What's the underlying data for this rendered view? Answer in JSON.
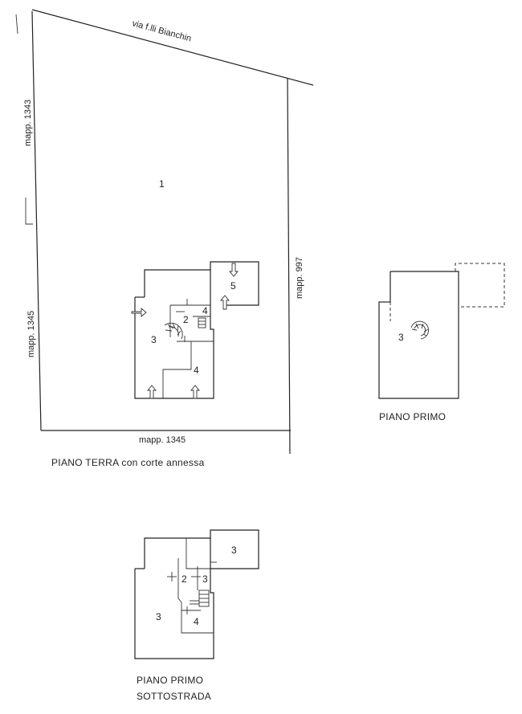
{
  "site": {
    "street": "via f.lli Bianchin",
    "left_top_label": "mapp. 1343",
    "left_bottom_label": "mapp. 1345",
    "right_label": "mapp. 997",
    "bottom_label": "mapp. 1345",
    "yard_number": "1"
  },
  "ground_floor": {
    "caption": "PIANO TERRA con corte annessa",
    "rooms": [
      "5",
      "4",
      "2",
      "3",
      "4"
    ]
  },
  "first_floor": {
    "caption": "PIANO PRIMO",
    "rooms": [
      "3"
    ]
  },
  "basement_floor": {
    "caption_line1": "PIANO PRIMO",
    "caption_line2": "SOTTOSTRADA",
    "rooms": [
      "3",
      "2",
      "3",
      "3",
      "4"
    ]
  }
}
